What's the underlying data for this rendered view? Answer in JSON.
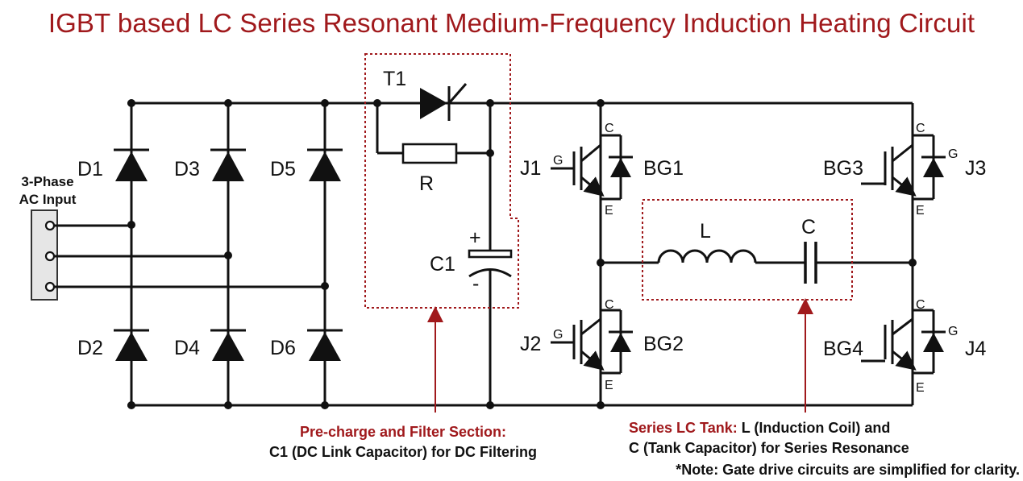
{
  "title": "IGBT based LC Series Resonant Medium-Frequency Induction Heating Circuit",
  "input": {
    "line1": "3-Phase",
    "line2": "AC Input"
  },
  "diodes": [
    "D1",
    "D2",
    "D3",
    "D4",
    "D5",
    "D6"
  ],
  "thyristor": "T1",
  "resistor": "R",
  "capacitor": {
    "name": "C1",
    "plus": "+",
    "minus": "-"
  },
  "igbts": [
    {
      "name": "J1",
      "diode": "BG1"
    },
    {
      "name": "J2",
      "diode": "BG2"
    },
    {
      "name": "J3",
      "diode": "BG3"
    },
    {
      "name": "J4",
      "diode": "BG4"
    }
  ],
  "pins": {
    "gate": "G",
    "collector": "C",
    "emitter": "E"
  },
  "tank": {
    "inductor": "L",
    "capacitor": "C"
  },
  "annotations": {
    "precharge_heading": "Pre-charge and Filter Section:",
    "precharge_text": "C1 (DC Link Capacitor) for DC Filtering",
    "tank_heading": "Series LC Tank:",
    "tank_text1": " L (Induction Coil) and",
    "tank_text2": "C (Tank Capacitor) for Series Resonance",
    "note": "*Note: Gate drive circuits are simplified for clarity."
  },
  "colors": {
    "accent": "#a0191c",
    "ink": "#111111"
  }
}
